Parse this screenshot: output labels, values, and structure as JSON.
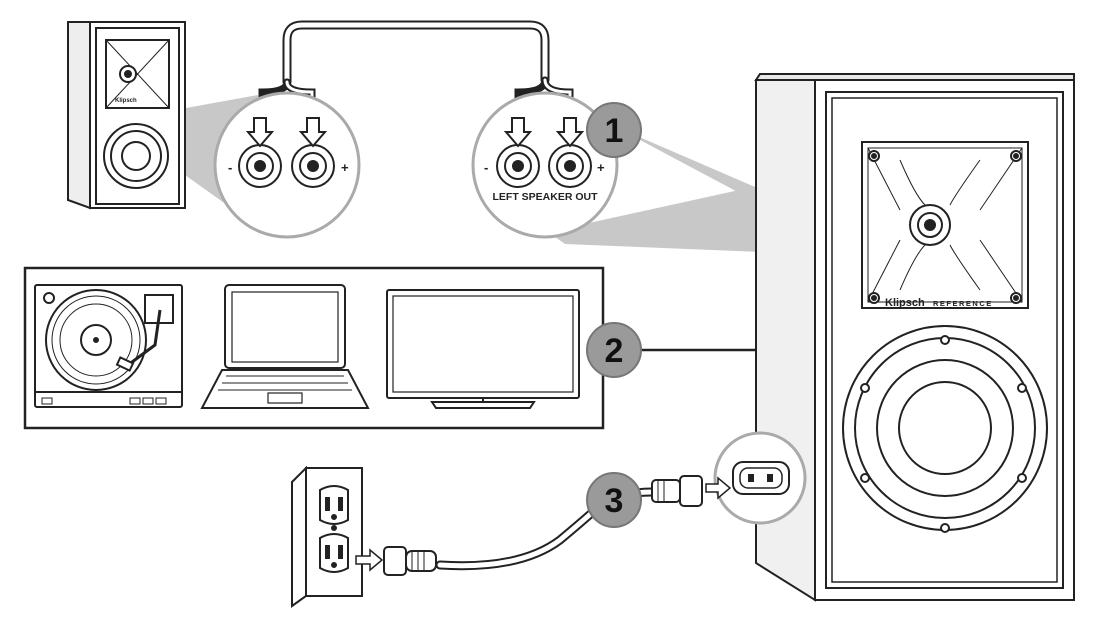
{
  "diagram": {
    "steps": [
      "1",
      "2",
      "3"
    ],
    "terminal_label": "LEFT SPEAKER OUT",
    "polarity": {
      "negative": "-",
      "positive": "+"
    },
    "brand": {
      "name": "Klipsch",
      "line": "REFERENCE"
    }
  },
  "colors": {
    "line": "#222222",
    "callout_gray": "#c8c8c8",
    "step_circle": "#9a9a9a",
    "background": "#ffffff"
  }
}
